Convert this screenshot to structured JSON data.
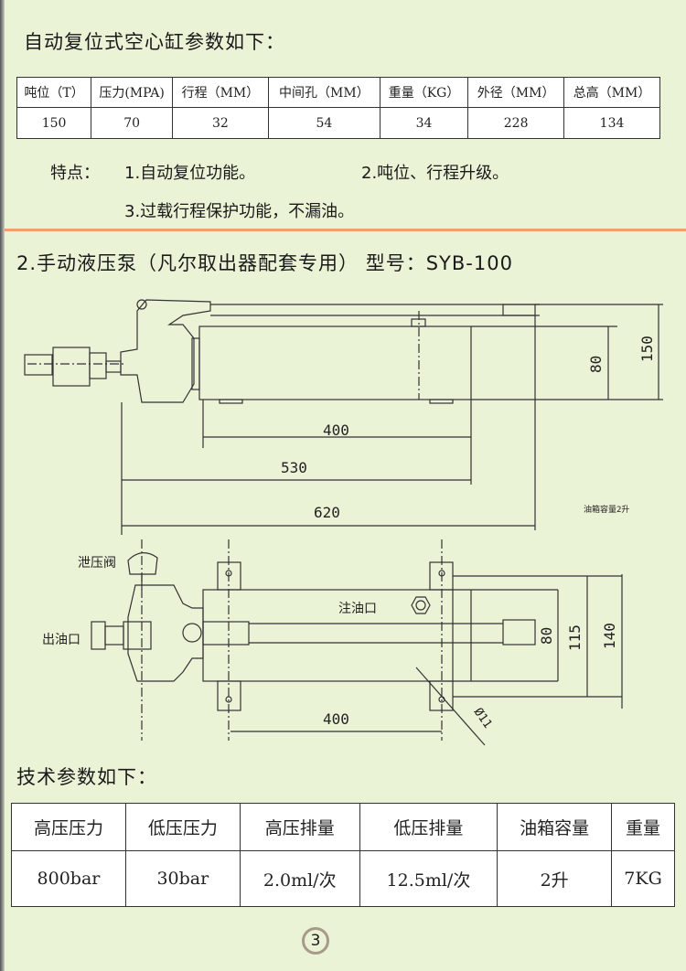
{
  "section1": {
    "title": "自动复位式空心缸参数如下：",
    "table": {
      "headers": [
        "吨位（T）",
        "压力(MPA)",
        "行程（MM）",
        "中间孔（MM）",
        "重量（KG）",
        "外径（MM）",
        "总高（MM）"
      ],
      "values": [
        "150",
        "70",
        "32",
        "54",
        "34",
        "228",
        "134"
      ]
    },
    "features_label": "特点：",
    "features": [
      "1.自动复位功能。",
      "2.吨位、行程升级。",
      "3.过载行程保护功能，不漏油。"
    ]
  },
  "section2": {
    "title": "2.手动液压泵（凡尔取出器配套专用）  型号：SYB-100",
    "side_view": {
      "dims": [
        "400",
        "530",
        "620",
        "80",
        "150"
      ],
      "note": "油箱容量2升"
    },
    "top_view": {
      "labels": {
        "relief_valve": "泄压阀",
        "outlet": "出油口",
        "fill_port": "注油口"
      },
      "dims": [
        "80",
        "115",
        "140",
        "400",
        "Ø11"
      ]
    }
  },
  "specs": {
    "title": "技术参数如下：",
    "headers": [
      "高压压力",
      "低压压力",
      "高压排量",
      "低压排量",
      "油箱容量",
      "重量"
    ],
    "values": [
      "800bar",
      "30bar",
      "2.0ml/次",
      "12.5ml/次",
      "2升",
      "7KG"
    ]
  },
  "page_number": "3"
}
